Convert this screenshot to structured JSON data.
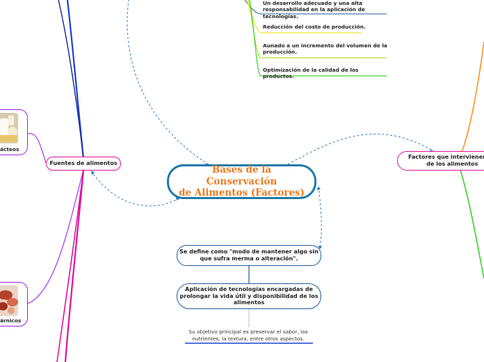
{
  "central": {
    "title_line1": "Bases de la Conservación",
    "title_line2": "de Alimentos (Factores)"
  },
  "left": {
    "fuentes": "Fuentes de alimentos",
    "lacteos": "ácteos",
    "carnicos": "árnicos"
  },
  "right": {
    "factores_line1": "Factores que intervienen en",
    "factores_line2": "de los alimentos"
  },
  "top_items": [
    {
      "line1": "Un desarrollo adecuado y una alta",
      "line2": "responsabilidad en la aplicación de tecnologías."
    },
    {
      "line1": "Reducción del costo de producción.",
      "line2": ""
    },
    {
      "line1": "Aunado a un incremento del volumen de la",
      "line2": "producción."
    },
    {
      "line1": "Optimización de la calidad de los productos.",
      "line2": ""
    }
  ],
  "bottom": {
    "define_line1": "Se define como \"modo de mantener algo sin",
    "define_line2": "que sufra merma o alteración\".",
    "aplicacion_line1": "Aplicación de tecnologías encargadas de",
    "aplicacion_line2": "prolongar la vida útil y disponibilidad de los",
    "aplicacion_line3": "alimentos",
    "objetivo_line1": "Su objetivo principal es preservar el sabor, los",
    "objetivo_line2": "nutrientes, la textura, entre otros aspectos."
  },
  "colors": {
    "central_border": "#1f7aa8",
    "central_text": "#ee7a1e",
    "dashed_connector": "#2a7bbf",
    "branch_blue": "#1e3fd0",
    "branch_magenta": "#e0109c",
    "branch_purple": "#a020f0",
    "branch_orange": "#f7931e",
    "branch_green": "#3ad129"
  }
}
